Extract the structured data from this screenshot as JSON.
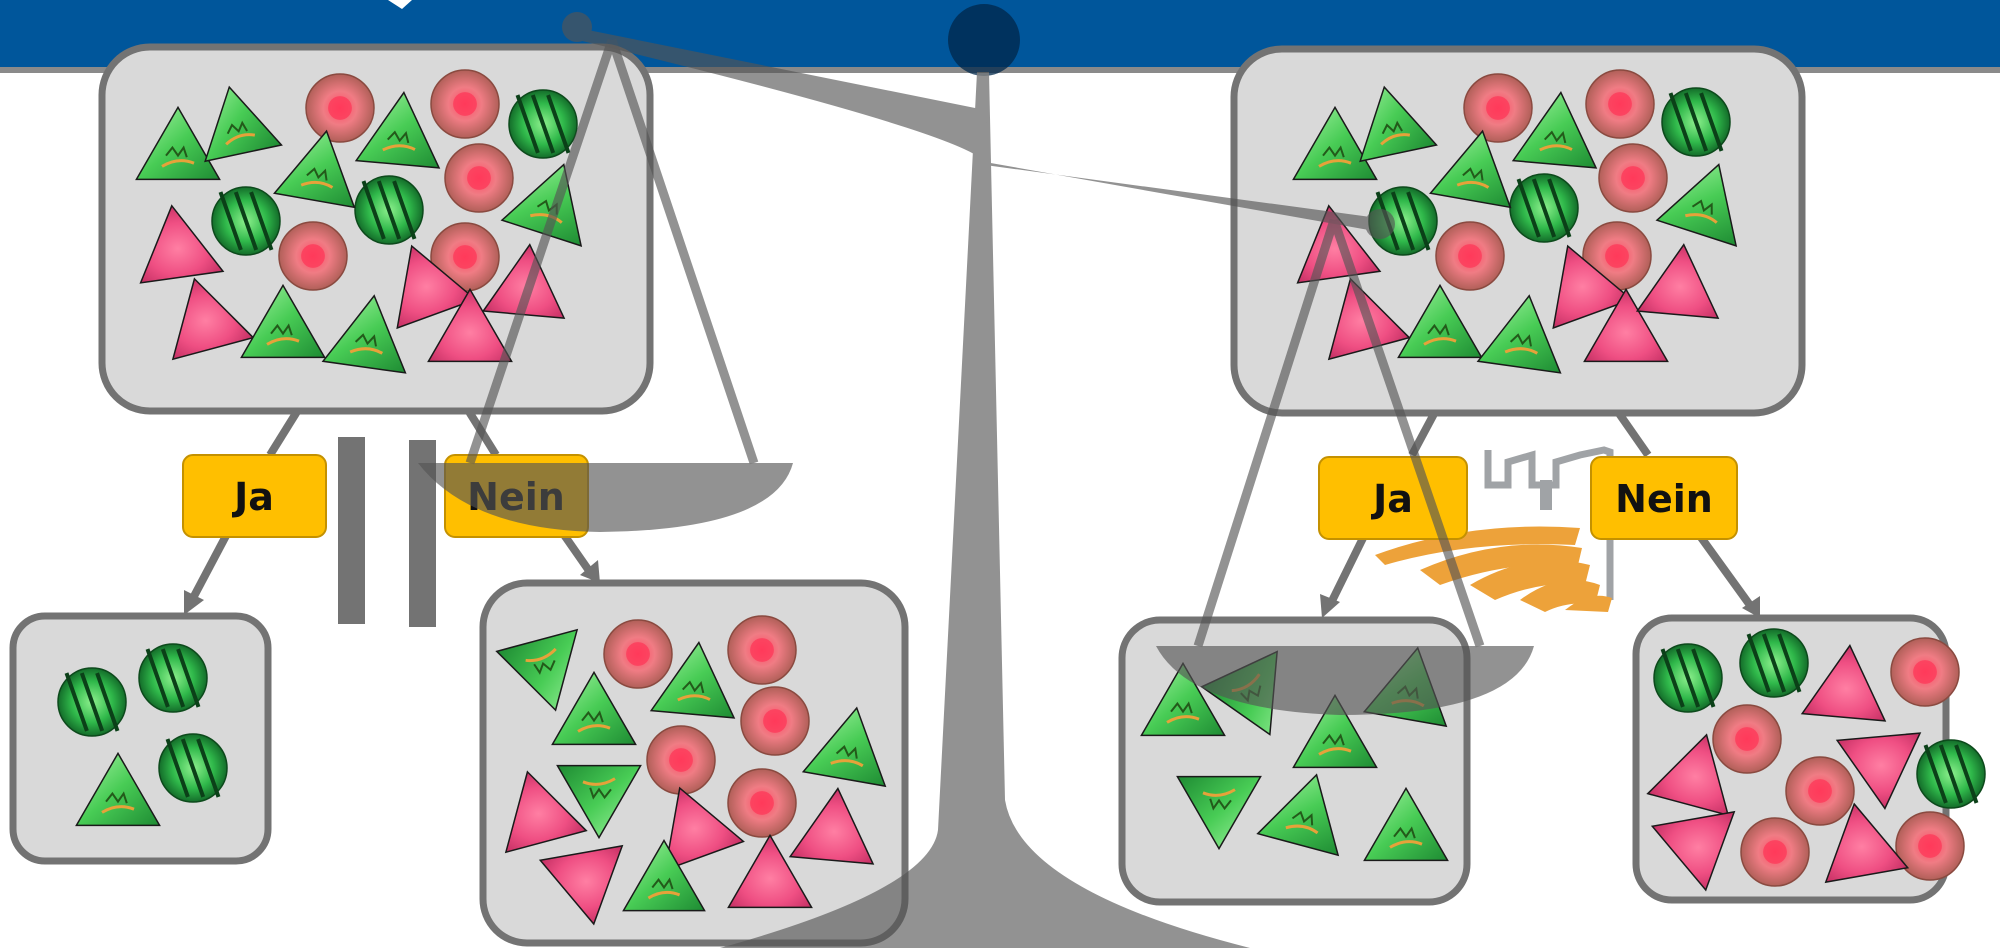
{
  "colors": {
    "header_blue": "#00569b",
    "header_rule": "#8a8a8a",
    "box_fill": "#d9d9d9",
    "box_stroke": "#737373",
    "badge_fill": "#ffbf00",
    "badge_stroke": "#c49100",
    "scale_gray": "#555555",
    "logo_orange": "#eda23a",
    "logo_gray": "#a0a3a6"
  },
  "labels": {
    "left": {
      "yes": "Ja",
      "no": "Nein"
    },
    "right": {
      "yes": "Ja",
      "no": "Nein"
    }
  },
  "icons": {
    "scale": "balance-scale-icon",
    "parallel": "parallel-bars-icon",
    "logo": "building-logo-icon"
  },
  "trees": {
    "left": {
      "root": {
        "green_triangles": 7,
        "pink_triangles": 5,
        "green_spheres": 3,
        "pink_spheres": 5
      },
      "yes": {
        "green_triangles": 1,
        "pink_triangles": 0,
        "green_spheres": 3,
        "pink_spheres": 0
      },
      "no": {
        "green_triangles": 6,
        "pink_triangles": 5,
        "green_spheres": 0,
        "pink_spheres": 5
      }
    },
    "right": {
      "root": {
        "green_triangles": 7,
        "pink_triangles": 5,
        "green_spheres": 3,
        "pink_spheres": 5
      },
      "yes": {
        "green_triangles": 7,
        "pink_triangles": 0,
        "green_spheres": 0,
        "pink_spheres": 0
      },
      "no": {
        "green_triangles": 0,
        "pink_triangles": 5,
        "green_spheres": 3,
        "pink_spheres": 5
      }
    }
  }
}
